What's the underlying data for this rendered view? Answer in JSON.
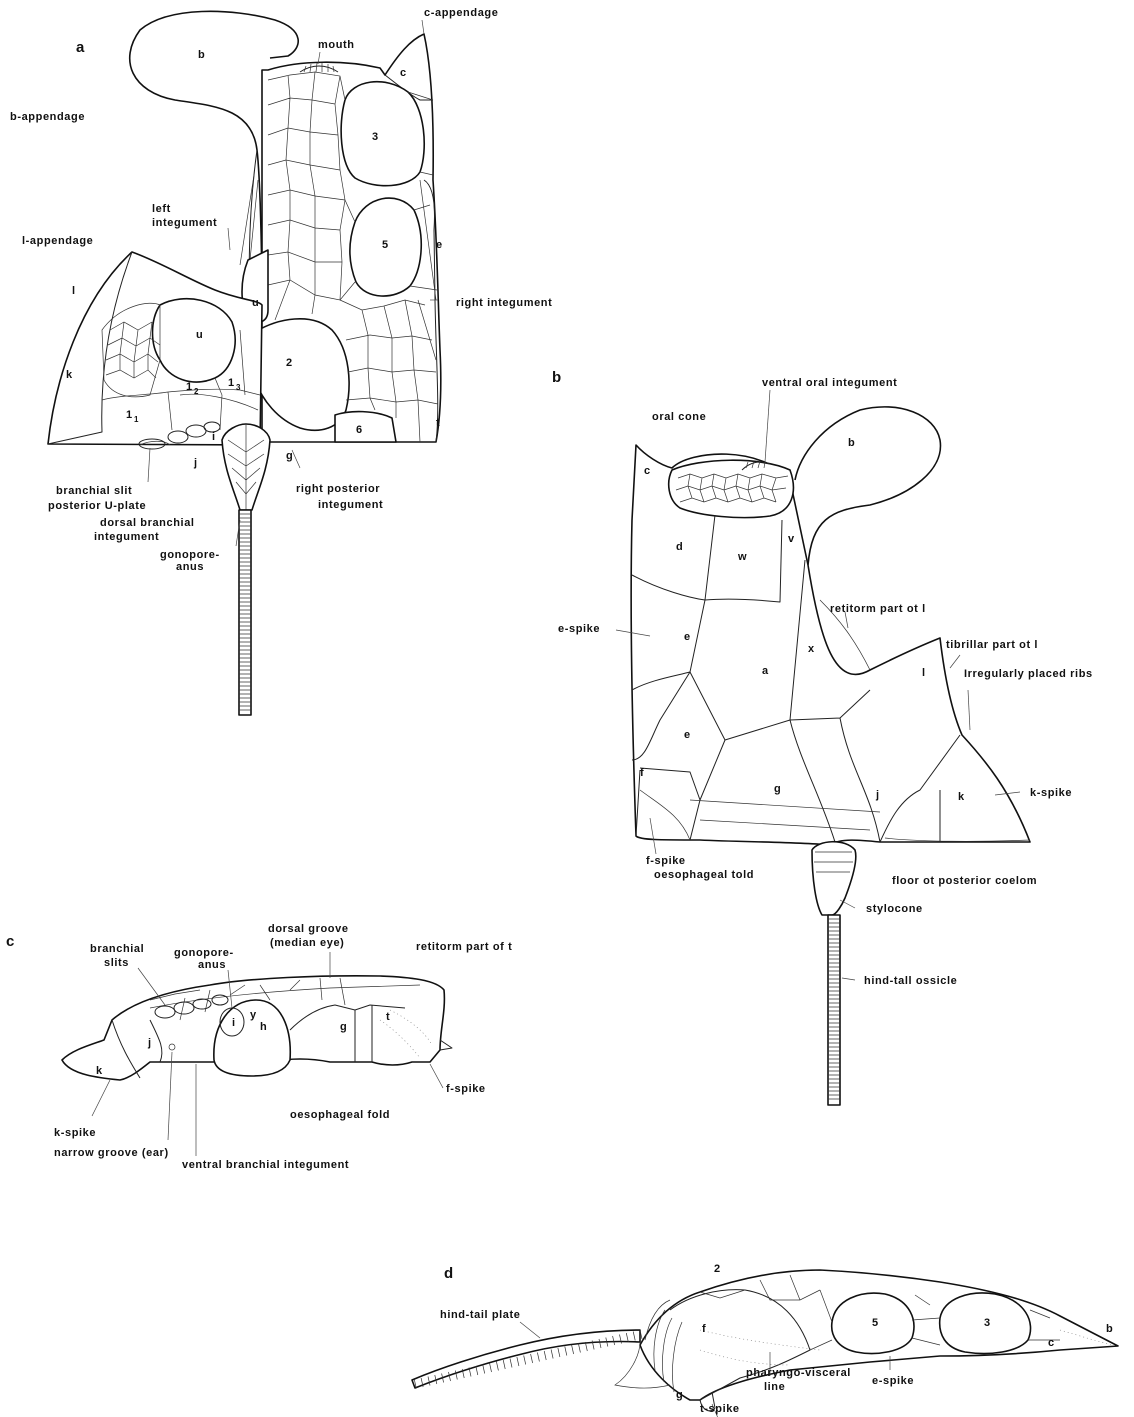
{
  "panels": {
    "a": {
      "letter": "a",
      "labels": {
        "c_appendage": "c-appendage",
        "mouth": "mouth",
        "b_appendage": "b-appendage",
        "left_integument": [
          "left",
          "integument"
        ],
        "l_appendage": "l-appendage",
        "right_integument": "right integument",
        "branchial_slit": "branchial slit",
        "posterior_u_plate": "posterior U-plate",
        "dorsal_branchial_integument": [
          "dorsal branchial",
          "integument"
        ],
        "gonopore_anus": [
          "gonopore-",
          "anus"
        ],
        "right_posterior_integument": [
          "right posterior",
          "integument"
        ]
      },
      "plates": {
        "b": "b",
        "c": "c",
        "p3": "3",
        "p5": "5",
        "e": "e",
        "u1": "u",
        "u2": "u",
        "l": "l",
        "k": "k",
        "p2": "2",
        "p6": "6",
        "t": "t",
        "l1": "1",
        "l1sub": "1",
        "l2": "1",
        "l2sub": "2",
        "l3": "1",
        "l3sub": "3",
        "j": "j",
        "g": "g",
        "i": "i"
      }
    },
    "b": {
      "letter": "b",
      "labels": {
        "ventral_oral_integument": "ventral oral integument",
        "oral_cone": "oral cone",
        "e_spike": "e-spike",
        "retiform_part": "retitorm part ot l",
        "fibrillar_part": "tibrillar part ot l",
        "irregular_ribs": "Irregularly placed ribs",
        "k_spike": "k-spike",
        "f_spike": "f-spike",
        "oesophageal_fold": "oesophageal told",
        "floor_posterior_coelom": "floor ot posterior coelom",
        "stylocone": "stylocone",
        "hind_tail_ossicle": "hind-tall ossicle"
      },
      "plates": {
        "b": "b",
        "c": "c",
        "d": "d",
        "w": "w",
        "v": "v",
        "e1": "e",
        "a": "a",
        "x": "x",
        "l": "l",
        "e2": "e",
        "f": "f",
        "g": "g",
        "j": "j",
        "k": "k"
      }
    },
    "c": {
      "letter": "c",
      "labels": {
        "dorsal_groove": [
          "dorsal groove",
          "(median eye)"
        ],
        "gonopore_anus": [
          "gonopore-",
          "anus"
        ],
        "retiform_part_t": "retitorm part of t",
        "branchial_slits": [
          "branchial",
          "slits"
        ],
        "f_spike": "f-spike",
        "oesophageal_fold": "oesophageal fold",
        "k_spike": "k-spike",
        "narrow_groove": "narrow groove (ear)",
        "ventral_branchial_integument": "ventral branchial integument"
      },
      "plates": {
        "k": "k",
        "j": "j",
        "i": "i",
        "y": "y",
        "h": "h",
        "g": "g",
        "t": "t"
      }
    },
    "d": {
      "letter": "d",
      "labels": {
        "hind_tail_plate": "hind-tail plate",
        "pharyngo_visceral_line": [
          "pharyngo-visceral",
          "line"
        ],
        "e_spike": "e-spike",
        "t_spike": "t-spike"
      },
      "plates": {
        "p2": "2",
        "p5": "5",
        "p3": "3",
        "b": "b",
        "c": "c",
        "f": "f",
        "g": "g"
      }
    }
  }
}
